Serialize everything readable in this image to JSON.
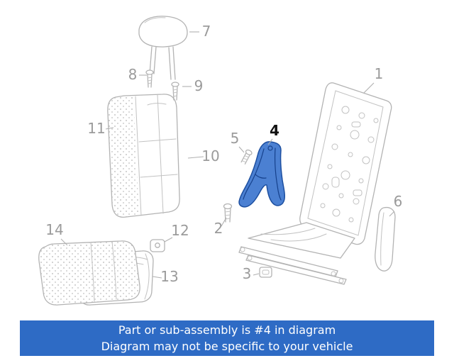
{
  "diagram": {
    "callouts": {
      "n1": "1",
      "n2": "2",
      "n3": "3",
      "n4": "4",
      "n5": "5",
      "n6": "6",
      "n7": "7",
      "n8": "8",
      "n9": "9",
      "n10": "10",
      "n11": "11",
      "n12": "12",
      "n13": "13",
      "n14": "14"
    },
    "highlighted_callout": "4",
    "colors": {
      "line_art": "#b3b3b3",
      "callout_text": "#9b9b9b",
      "highlight_fill": "#4b80d2",
      "highlight_stroke": "#1d4fa0"
    }
  },
  "banner": {
    "line1": "Part or sub-assembly is #4 in diagram",
    "line2": "Diagram may not be specific to your vehicle",
    "background": "#2e6bc5",
    "text_color": "#ffffff"
  }
}
